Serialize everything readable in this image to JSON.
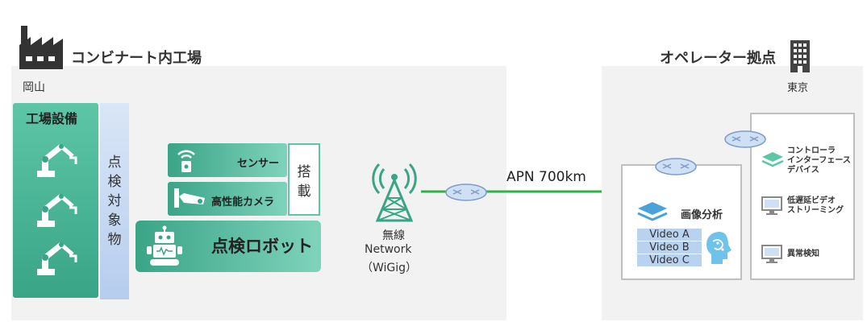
{
  "factory": {
    "title": "コンビナート内工場",
    "location": "岡山",
    "equipment_label": "工場設備",
    "inspection_target": "点検対象物",
    "mount_label": "搭載",
    "sensor_label": "センサー",
    "camera_label": "高性能カメラ",
    "robot_label": "点検ロボット"
  },
  "network": {
    "wireless_line1": "無線",
    "wireless_line2": "Network",
    "wireless_line3": "（WiGig）",
    "apn_label": "APN 700km"
  },
  "operator": {
    "title": "オペレーター拠点",
    "location": "東京",
    "analysis_label": "画像分析",
    "videos": [
      "Video A",
      "Video B",
      "Video C"
    ],
    "controller_line1": "コントローラ",
    "controller_line2": "インターフェース",
    "controller_line3": "デバイス",
    "streaming_line1": "低遅延ビデオ",
    "streaming_line2": "ストリーミング",
    "anomaly_label": "異常検知"
  },
  "colors": {
    "green": "#3aa487",
    "link_green": "#2db34a",
    "light_blue": "#b9d2ef",
    "panel_gray": "#f2f2f2"
  },
  "icons": [
    "factory-icon",
    "robot-arm-icon",
    "wifi-sensor-icon",
    "camera-icon",
    "robot-icon",
    "antenna-tower-icon",
    "router-icon",
    "building-icon",
    "layers-icon",
    "brain-icon",
    "monitor-icon"
  ]
}
